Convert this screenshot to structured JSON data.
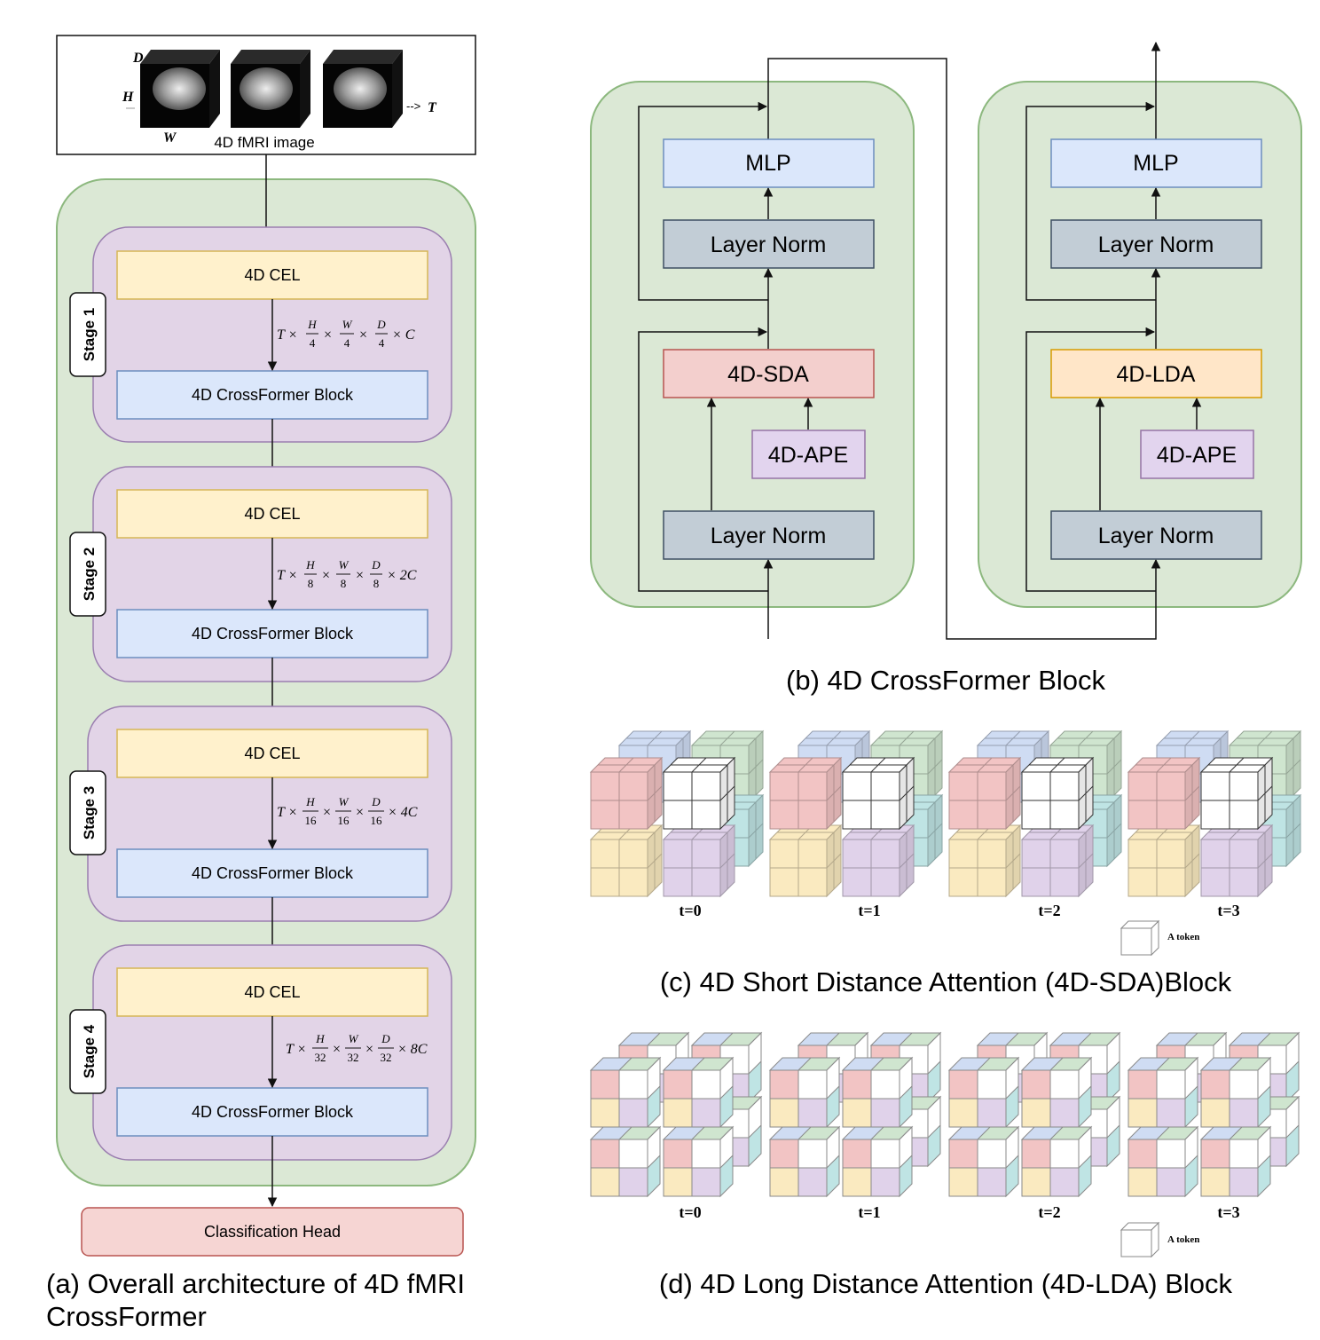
{
  "colors": {
    "outer_green": "#dbe8d5",
    "outer_green_stroke": "#8cb87e",
    "stage_purple": "#e2d4e7",
    "stage_purple_stroke": "#9b7fb0",
    "cel_yellow": "#fff1cc",
    "cel_yellow_stroke": "#d6b656",
    "block_blue": "#dbe7fb",
    "block_blue_stroke": "#6c8ebf",
    "cls_red": "#f6d5d3",
    "cls_red_stroke": "#b85450",
    "norm_gray": "#c2cdd6",
    "norm_gray_stroke": "#3e4f63",
    "sda_red": "#f3cfcd",
    "lda_orange": "#ffe6c8",
    "ape_purple": "#e2d4ee",
    "cube_red": "#f2c4c4",
    "cube_blue": "#cfdcf3",
    "cube_green": "#cfe5cf",
    "cube_teal": "#bfe4e4",
    "cube_yellow": "#faeac0",
    "cube_purple": "#e0d2ea",
    "cube_white": "#ffffff"
  },
  "panel_a": {
    "input": {
      "title": "4D fMRI image",
      "dim_d": "D",
      "dim_h": "H",
      "dim_w": "W",
      "dim_t": "T",
      "t_arrow": "-->"
    },
    "cel_label": "4D CEL",
    "block_label": "4D CrossFormer Block",
    "stages": [
      {
        "label": "Stage 1",
        "shape": {
          "prefix": "T ×",
          "h": "H",
          "hd": "4",
          "w": "W",
          "wd": "4",
          "d": "D",
          "dd": "4",
          "suffix": "× C"
        }
      },
      {
        "label": "Stage 2",
        "shape": {
          "prefix": "T ×",
          "h": "H",
          "hd": "8",
          "w": "W",
          "wd": "8",
          "d": "D",
          "dd": "8",
          "suffix": "× 2C"
        }
      },
      {
        "label": "Stage 3",
        "shape": {
          "prefix": "T ×",
          "h": "H",
          "hd": "16",
          "w": "W",
          "wd": "16",
          "d": "D",
          "dd": "16",
          "suffix": "× 4C"
        }
      },
      {
        "label": "Stage 4",
        "shape": {
          "prefix": "T ×",
          "h": "H",
          "hd": "32",
          "w": "W",
          "wd": "32",
          "d": "D",
          "dd": "32",
          "suffix": "× 8C"
        }
      }
    ],
    "head_label": "Classification Head",
    "caption": [
      "(a) Overall architecture of 4D fMRI",
      "CrossFormer"
    ]
  },
  "panel_b": {
    "left": {
      "mlp": "MLP",
      "norm_top": "Layer Norm",
      "attn": "4D-SDA",
      "ape": "4D-APE",
      "norm_bottom": "Layer Norm"
    },
    "right": {
      "mlp": "MLP",
      "norm_top": "Layer Norm",
      "attn": "4D-LDA",
      "ape": "4D-APE",
      "norm_bottom": "Layer Norm"
    },
    "caption": "(b) 4D CrossFormer Block"
  },
  "panel_c": {
    "timesteps": [
      "t=0",
      "t=1",
      "t=2",
      "t=3"
    ],
    "legend": "A token",
    "caption": "(c) 4D Short Distance Attention (4D-SDA)Block"
  },
  "panel_d": {
    "timesteps": [
      "t=0",
      "t=1",
      "t=2",
      "t=3"
    ],
    "legend": "A token",
    "caption": "(d) 4D Long Distance Attention (4D-LDA) Block"
  }
}
